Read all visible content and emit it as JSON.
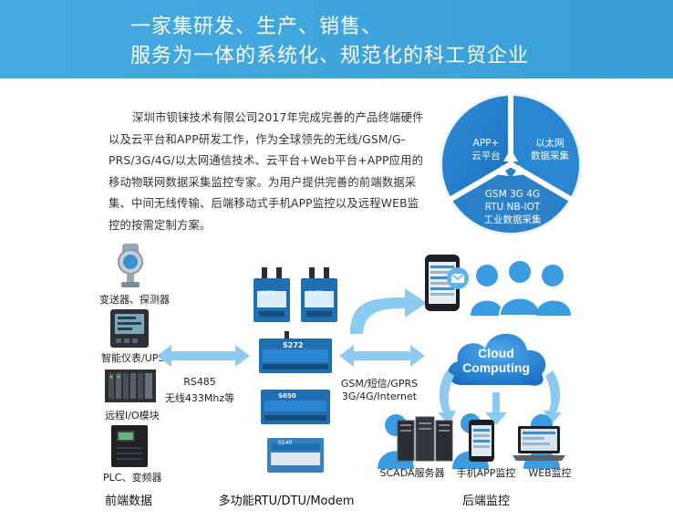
{
  "header": {
    "line1": "一家集研发、生产、销售、",
    "line2": "服务为一体的系统化、规范化的科工贸企业"
  },
  "intro": {
    "text": "深圳市钡铼技术有限公司2017年完成完善的产品终端硬件以及云平台和APP研发工作，作为全球领先的无线/GSM/G-PRS/3G/4G/以太网通信技术、云平台+Web平台+APP应用的移动物联网数据采集监控专家。为用户提供完善的前端数据采集、中间无线传输、后端移动式手机APP监控以及远程WEB监控的按需定制方案。"
  },
  "ring": {
    "seg_app_line1": "APP+",
    "seg_app_line2": "云平台",
    "seg_eth_line1": "以太网",
    "seg_eth_line2": "数据采集",
    "seg_gsm_line1": "GSM 3G 4G",
    "seg_gsm_line2": "RTU NB-IOT",
    "seg_gsm_line3": "工业数据采集"
  },
  "front": {
    "transmitter": "变送器、探测器",
    "meter": "智能仪表/UPS",
    "io": "远程I/O模块",
    "plc": "PLC、变频器",
    "section": "前端数据"
  },
  "link_left": {
    "line1": "RS485",
    "line2": "无线433Mhz等"
  },
  "middle": {
    "section": "多功能RTU/DTU/Modem",
    "device_top_left": "S475",
    "device_top_right": "S475",
    "device_mid": "S272",
    "device_lower": "S650",
    "device_bottom": "S140"
  },
  "link_right": {
    "line1": "GSM/短信/GPRS",
    "line2": "3G/4G/Internet"
  },
  "back": {
    "cloud_line1": "Cloud",
    "cloud_line2": "Computing",
    "scada": "SCADA服务器",
    "app": "手机APP监控",
    "web": "WEB监控",
    "section": "后端监控"
  },
  "colors": {
    "banner": "#3ba6df",
    "ring": "#2f8fd6",
    "arrow": "#7fc4ee",
    "people": "#3b9be0"
  }
}
